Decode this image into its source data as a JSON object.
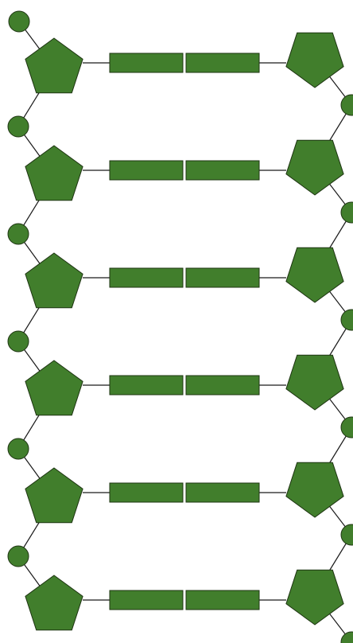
{
  "diagram": {
    "type": "dna-ladder-schematic",
    "rungs": 6,
    "left_strand": {
      "phosphate_count": 6,
      "sugar_count": 6
    },
    "right_strand": {
      "phosphate_count": 6,
      "sugar_count": 6
    },
    "base_pairs_per_rung": 2,
    "colors": {
      "fill": "#417e2c",
      "stroke": "#1e3512",
      "line": "#1a1a1a",
      "background": "#ffffff"
    }
  }
}
